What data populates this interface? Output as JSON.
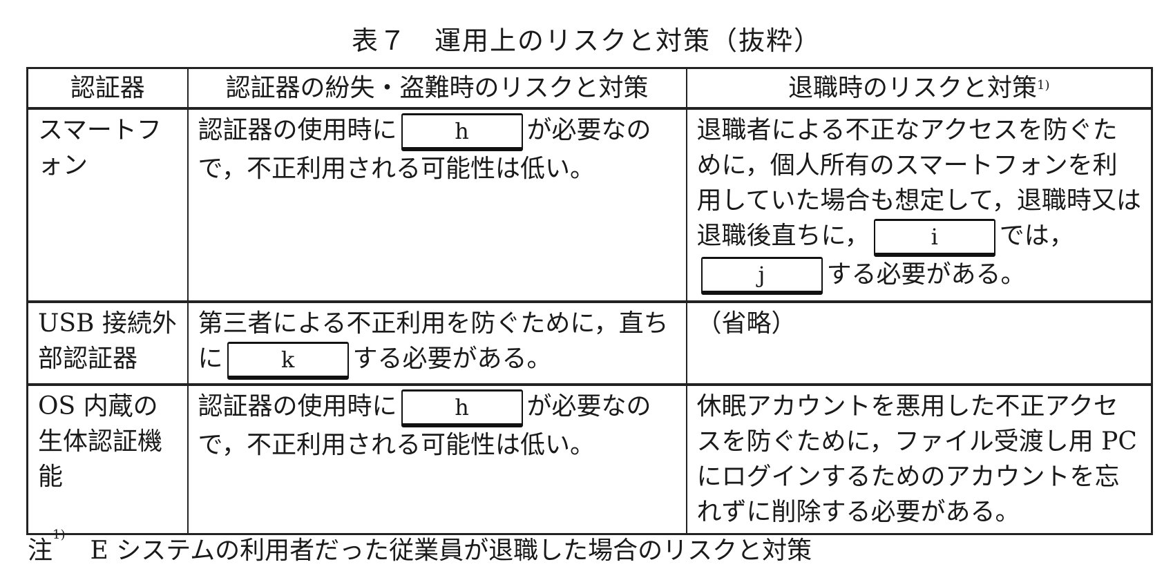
{
  "title": "表７　運用上のリスクと対策（抜粋）",
  "headers": {
    "col1": "認証器",
    "col2": "認証器の紛失・盗難時のリスクと対策",
    "col3": "退職時のリスクと対策",
    "col3_sup": "1)"
  },
  "rows": [
    {
      "device": "スマートフォン",
      "loss_pre": "認証器の使用時に",
      "loss_blank": "h",
      "loss_post": "が必要なので，不正利用される可能性は低い。",
      "retire_pre": "退職者による不正なアクセスを防ぐために，個人所有のスマートフォンを利用していた場合も想定して，退職時又は退職後直ちに，",
      "retire_blank1": "i",
      "retire_mid": "では，",
      "retire_blank2": "j",
      "retire_post": "する必要がある。"
    },
    {
      "device": "USB 接続外部認証器",
      "loss_pre": "第三者による不正利用を防ぐために，直ちに",
      "loss_blank": "k",
      "loss_post": "する必要がある。",
      "retire": "（省略）"
    },
    {
      "device": "OS 内蔵の生体認証機能",
      "loss_pre": "認証器の使用時に",
      "loss_blank": "h",
      "loss_post": "が必要なので，不正利用される可能性は低い。",
      "retire": "休眠アカウントを悪用した不正アクセスを防ぐために，ファイル受渡し用 PC にログインするためのアカウントを忘れずに削除する必要がある。"
    }
  ],
  "note": {
    "label": "注",
    "sup": "1)",
    "text": "　E システムの利用者だった従業員が退職した場合のリスクと対策"
  }
}
